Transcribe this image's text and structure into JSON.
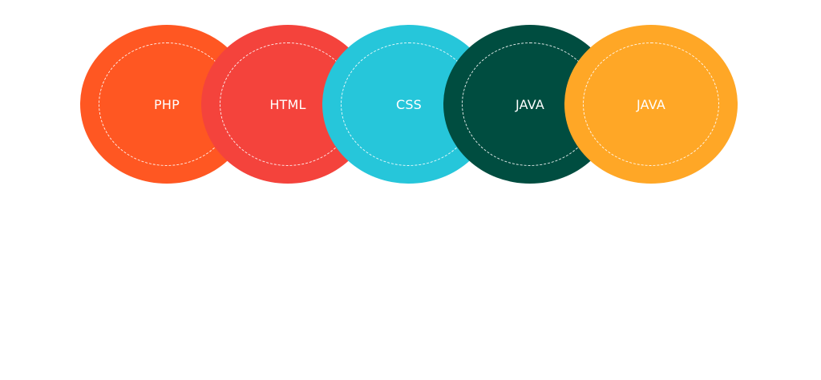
{
  "circles": [
    {
      "label": "PHP",
      "color": "#ff5722"
    },
    {
      "label": "HTML",
      "color": "#f4433c"
    },
    {
      "label": "CSS",
      "color": "#26c6da"
    },
    {
      "label": "JAVA",
      "color": "#004d40"
    },
    {
      "label": "JAVA",
      "color": "#ffa726"
    }
  ]
}
